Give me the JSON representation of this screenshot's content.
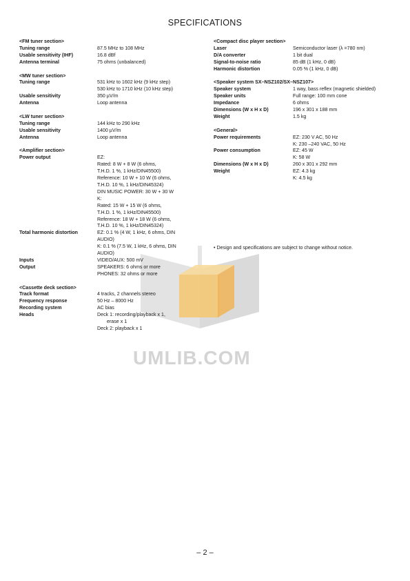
{
  "title": "SPECIFICATIONS",
  "left_sections": [
    {
      "header": "<FM tuner section>",
      "rows": [
        {
          "label": "Tuning range",
          "values": [
            "87.5 MHz to 108 MHz"
          ]
        },
        {
          "label": "Usable sensitivity (IHF)",
          "values": [
            "16.8 dBf"
          ]
        },
        {
          "label": "Antenna terminal",
          "values": [
            "75 ohms (unbalanced)"
          ]
        }
      ]
    },
    {
      "header": "<MW tuner section>",
      "rows": [
        {
          "label": "Tuning range",
          "values": [
            "531 kHz to 1602 kHz (9 kHz step)",
            "530 kHz to 1710 kHz (10 kHz step)"
          ]
        },
        {
          "label": "Usable sensitivity",
          "values": [
            "350 µV/m"
          ]
        },
        {
          "label": "Antenna",
          "values": [
            "Loop antenna"
          ]
        }
      ]
    },
    {
      "header": "<LW tuner section>",
      "rows": [
        {
          "label": "Tuning range",
          "values": [
            "144 kHz to 290 kHz"
          ]
        },
        {
          "label": "Usable sensitivity",
          "values": [
            "1400 µV/m"
          ]
        },
        {
          "label": "Antenna",
          "values": [
            "Loop antenna"
          ]
        }
      ]
    },
    {
      "header": "<Amplifier section>",
      "rows": [
        {
          "label": "Power output",
          "values": [
            "EZ:",
            "Rated: 8 W + 8 W (6 ohms,",
            "T.H.D. 1 %, 1 kHz/DIN45500)",
            "Reference: 10 W + 10 W (6 ohms,",
            "T.H.D. 10 %, 1 kHz/DIN45324)",
            "DIN MUSIC POWER: 30 W + 30 W",
            "K:",
            "Rated: 15 W + 15 W (6 ohms,",
            "T.H.D. 1 %, 1 kHz/DIN45500)",
            "Reference: 18 W + 18 W (6 ohms,",
            "T.H.D. 10 %, 1 kHz/DIN45324)"
          ]
        },
        {
          "label": "Total harmonic distortion",
          "values": [
            "EZ: 0.1 % (4 W, 1 kHz, 6 ohms, DIN",
            "AUDIO)",
            "K: 0.1 % (7.5 W, 1 kHz, 6 ohms, DIN",
            "AUDIO)"
          ]
        },
        {
          "label": "Inputs",
          "values": [
            "VIDEO/AUX: 500 mV"
          ]
        },
        {
          "label": "Output",
          "values": [
            "SPEAKERS: 6 ohms or more",
            "PHONES: 32 ohms or more"
          ]
        }
      ]
    },
    {
      "header": "<Cassette deck section>",
      "rows": [
        {
          "label": "Track format",
          "values": [
            "4 tracks, 2 channels stereo"
          ]
        },
        {
          "label": "Frequency response",
          "values": [
            "50 Hz – 8000 Hz"
          ]
        },
        {
          "label": "Recording system",
          "values": [
            "AC bias"
          ]
        },
        {
          "label": "Heads",
          "values": [
            "Deck 1: recording/playback x 1,",
            "  erase x 1",
            "Deck 2: playback x 1"
          ]
        }
      ]
    }
  ],
  "right_sections": [
    {
      "header": "<Compact disc player section>",
      "rows": [
        {
          "label": "Laser",
          "values": [
            "Semiconductor laser (λ =780 nm)"
          ]
        },
        {
          "label": "D/A converter",
          "values": [
            "1 bit dual"
          ]
        },
        {
          "label": "Signal-to-noise ratio",
          "values": [
            "85 dB (1 kHz, 0 dB)"
          ]
        },
        {
          "label": "Harmonic distortion",
          "values": [
            "0.05 % (1 kHz, 0 dB)"
          ]
        }
      ]
    },
    {
      "header": "<Speaker system SX–NSZ102/SX–NSZ107>",
      "rows": [
        {
          "label": "Speaker system",
          "values": [
            "1 way, bass reflex (magnetic shielded)"
          ]
        },
        {
          "label": "Speaker units",
          "values": [
            "Full range: 100 mm cone"
          ]
        },
        {
          "label": "Impedance",
          "values": [
            "6 ohms"
          ]
        },
        {
          "label": "Dimensions (W x H x D)",
          "values": [
            "196 x 301 x 188 mm"
          ]
        },
        {
          "label": "Weight",
          "values": [
            "1.5 kg"
          ]
        }
      ]
    },
    {
      "header": "<General>",
      "rows": [
        {
          "label": "Power requirements",
          "values": [
            "EZ: 230 V AC, 50 Hz",
            "K: 230 –240 VAC, 50 Hz"
          ]
        },
        {
          "label": "Power consumption",
          "values": [
            "EZ: 45 W",
            "K: 58 W"
          ]
        },
        {
          "label": "Dimensions (W x H x D)",
          "values": [
            "260 x 301 x 292 mm"
          ]
        },
        {
          "label": "Weight",
          "values": [
            "EZ: 4.3 kg",
            "K: 4.5 kg"
          ]
        }
      ]
    }
  ],
  "note": "• Design and specifications are subject to change without notice.",
  "watermark": {
    "text": "UMLIB.COM",
    "colors": {
      "gray": "#d9d9d9",
      "orange": "#f5c66e"
    }
  },
  "footer": "– 2 –"
}
